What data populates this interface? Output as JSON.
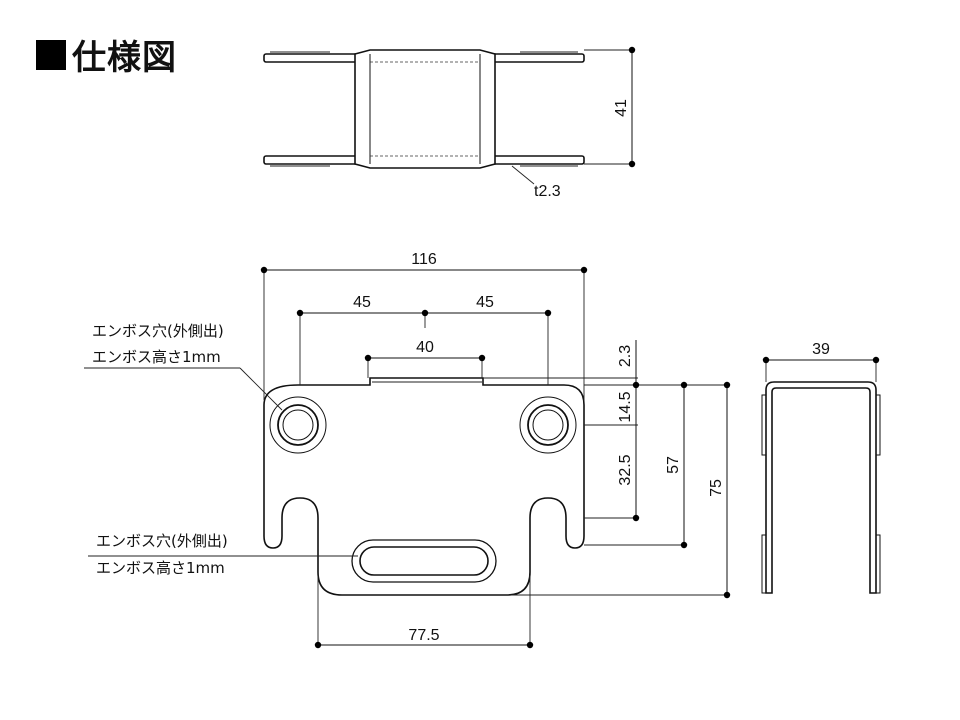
{
  "title": "仕様図",
  "top_view": {
    "height": "41",
    "thickness": "t2.3"
  },
  "front_view": {
    "overall_width": "116",
    "hole_pitch_left": "45",
    "hole_pitch_right": "45",
    "notch_width": "40",
    "notch_depth": "2.3",
    "hole_offset": "14.5",
    "slot_offset": "32.5",
    "to_hook": "57",
    "overall_height": "75",
    "bottom_width": "77.5",
    "callout_upper": {
      "line1": "エンボス穴(外側出)",
      "line2": "エンボス高さ1mm"
    },
    "callout_lower": {
      "line1": "エンボス穴(外側出)",
      "line2": "エンボス高さ1mm"
    }
  },
  "side_view": {
    "width": "39"
  }
}
